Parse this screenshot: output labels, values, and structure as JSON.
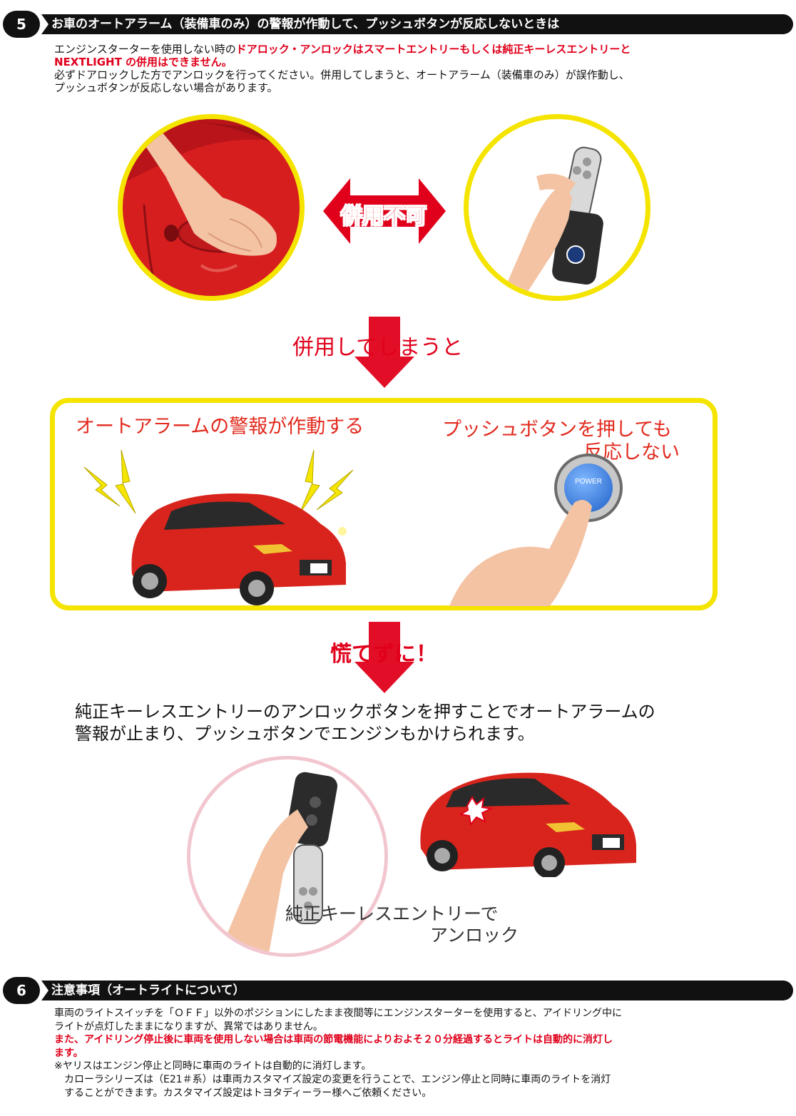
{
  "section5": {
    "badge": "5",
    "title": "お車のオートアラーム（装備車のみ）の警報が作動して、プッシュボタンが反応しないときは",
    "intro_part1": "エンジンスターターを使用しない時の",
    "intro_red_line1": "ドアロック・アンロックはスマートエントリーもしくは純正キーレスエントリーと",
    "intro_red_line2": "NEXTLIGHT の併用はできません。",
    "intro_line3": "必ずドアロックした方でアンロックを行ってください。併用してしまうと、オートアラーム（装備車のみ）が誤作動し、",
    "intro_line4": "プッシュボタンが反応しない場合があります。",
    "not_combinable": "併用不可",
    "if_combined": "併用してしまうと",
    "alarm_caption": "オートアラームの警報が作動する",
    "push_caption_line1": "プッシュボタンを押しても",
    "push_caption_line2": "反応しない",
    "power_label": "POWER",
    "dont_panic": "慌てずに！",
    "solution_line1": "純正キーレスエントリーのアンロックボタンを押すことでオートアラームの",
    "solution_line2": "警報が止まり、プッシュボタンでエンジンもかけられます。",
    "keyless_caption_line1": "純正キーレスエントリーで",
    "keyless_caption_line2": "アンロック"
  },
  "section6": {
    "badge": "6",
    "title": "注意事項（オートライトについて）",
    "line1": "車両のライトスイッチを「ＯＦＦ」以外のポジションにしたまま夜間等にエンジンスターターを使用すると、アイドリング中に",
    "line2": "ライトが点灯したままになりますが、異常ではありません。",
    "red_line1": "また、アイドリング停止後に車両を使用しない場合は車両の節電機能によりおよそ２０分経過するとライトは自動的に消灯し",
    "red_line2": "ます。",
    "note_line1": "※ヤリスはエンジン停止と同時に車両のライトは自動的に消灯します。",
    "note_line2": "カローラシリーズは（E21＃系）は車両カスタマイズ設定の変更を行うことで、エンジン停止と同時に車両のライトを消灯",
    "note_line3": "することができます。カスタマイズ設定はトヨタディーラー様へご依頼ください。"
  },
  "colors": {
    "accent_red": "#e0001b",
    "caption_red": "#e22a1e",
    "yellow": "#f4e400",
    "header_black": "#111111",
    "car_red": "#d8241c",
    "pink_circle": "#f2c6cf"
  }
}
